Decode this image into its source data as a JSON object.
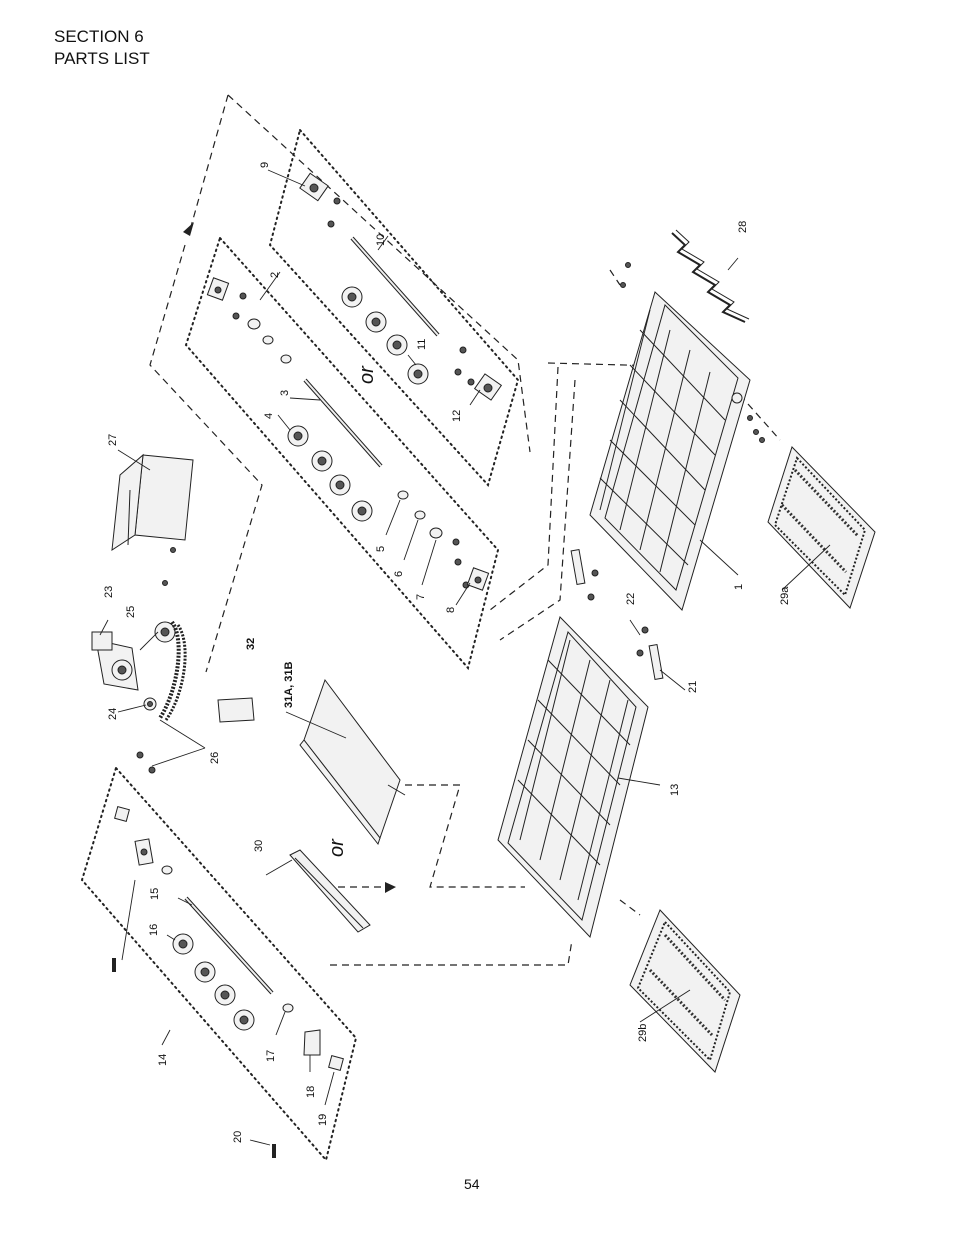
{
  "header": {
    "section": "SECTION 6",
    "title": "PARTS LIST"
  },
  "page_number": "54",
  "or_label": "or",
  "callouts": [
    "1",
    "2",
    "3",
    "4",
    "5",
    "6",
    "7",
    "8",
    "9",
    "10",
    "11",
    "12",
    "13",
    "14",
    "15",
    "16",
    "17",
    "18",
    "19",
    "20",
    "21",
    "22",
    "23",
    "24",
    "25",
    "26",
    "27",
    "28",
    "29a",
    "29b",
    "30",
    "31A, 31B",
    "32"
  ]
}
